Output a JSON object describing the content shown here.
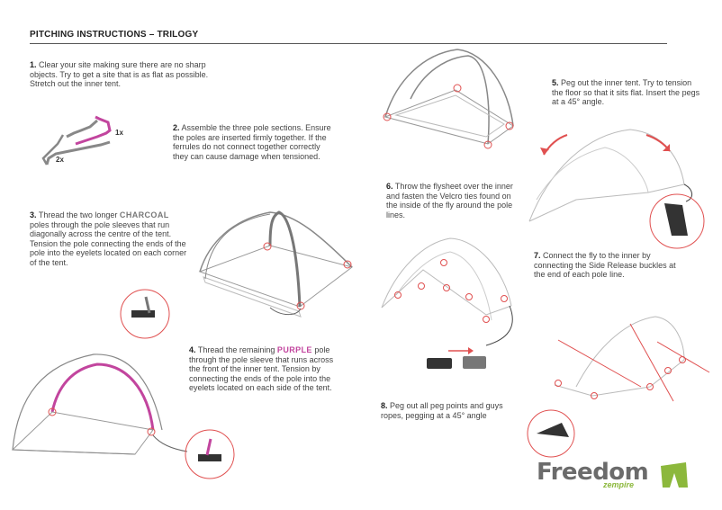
{
  "header": {
    "title": "PITCHING INSTRUCTIONS – TRILOGY"
  },
  "steps": [
    {
      "num": "1.",
      "text": "Clear your site making sure there are no sharp objects. Try to get a site that is as flat as possible. Stretch out the inner tent."
    },
    {
      "num": "2.",
      "text": "Assemble the three pole sections. Ensure the poles are inserted firmly together. If the ferrules do not connect together correctly they can cause damage when tensioned."
    },
    {
      "num": "3.",
      "pre": "Thread the two longer ",
      "highlight": "CHARCOAL",
      "post": " poles through the pole sleeves that run diagonally across the centre of the tent. Tension the pole connecting the ends of the pole into the eyelets located on each corner of the tent."
    },
    {
      "num": "4.",
      "pre": "Thread the remaining ",
      "highlight": "PURPLE",
      "post": " pole through the pole sleeve that runs across the front of the inner tent. Tension by connecting the ends of the pole into the eyelets located on each side of the tent."
    },
    {
      "num": "5.",
      "text": "Peg out the inner tent. Try to tension the floor so that it sits flat. Insert the pegs at a 45° angle."
    },
    {
      "num": "6.",
      "text": "Throw the flysheet over the inner and fasten the Velcro ties found on the inside of the fly around the pole lines."
    },
    {
      "num": "7.",
      "text": "Connect the fly to the inner by connecting the Side Release buckles at the end of each pole line."
    },
    {
      "num": "8.",
      "text": "Peg out all peg points and guys ropes, pegging at a 45° angle"
    }
  ],
  "pole_labels": {
    "purple_count": "1x",
    "charcoal_count": "2x"
  },
  "logo": {
    "brand": "Freedom",
    "sub": "zempire"
  },
  "colors": {
    "purple": "#c2459e",
    "charcoal": "#777777",
    "marker": "#e05050",
    "brand_green": "#8cb83c",
    "brand_grey": "#6b6b6b"
  }
}
